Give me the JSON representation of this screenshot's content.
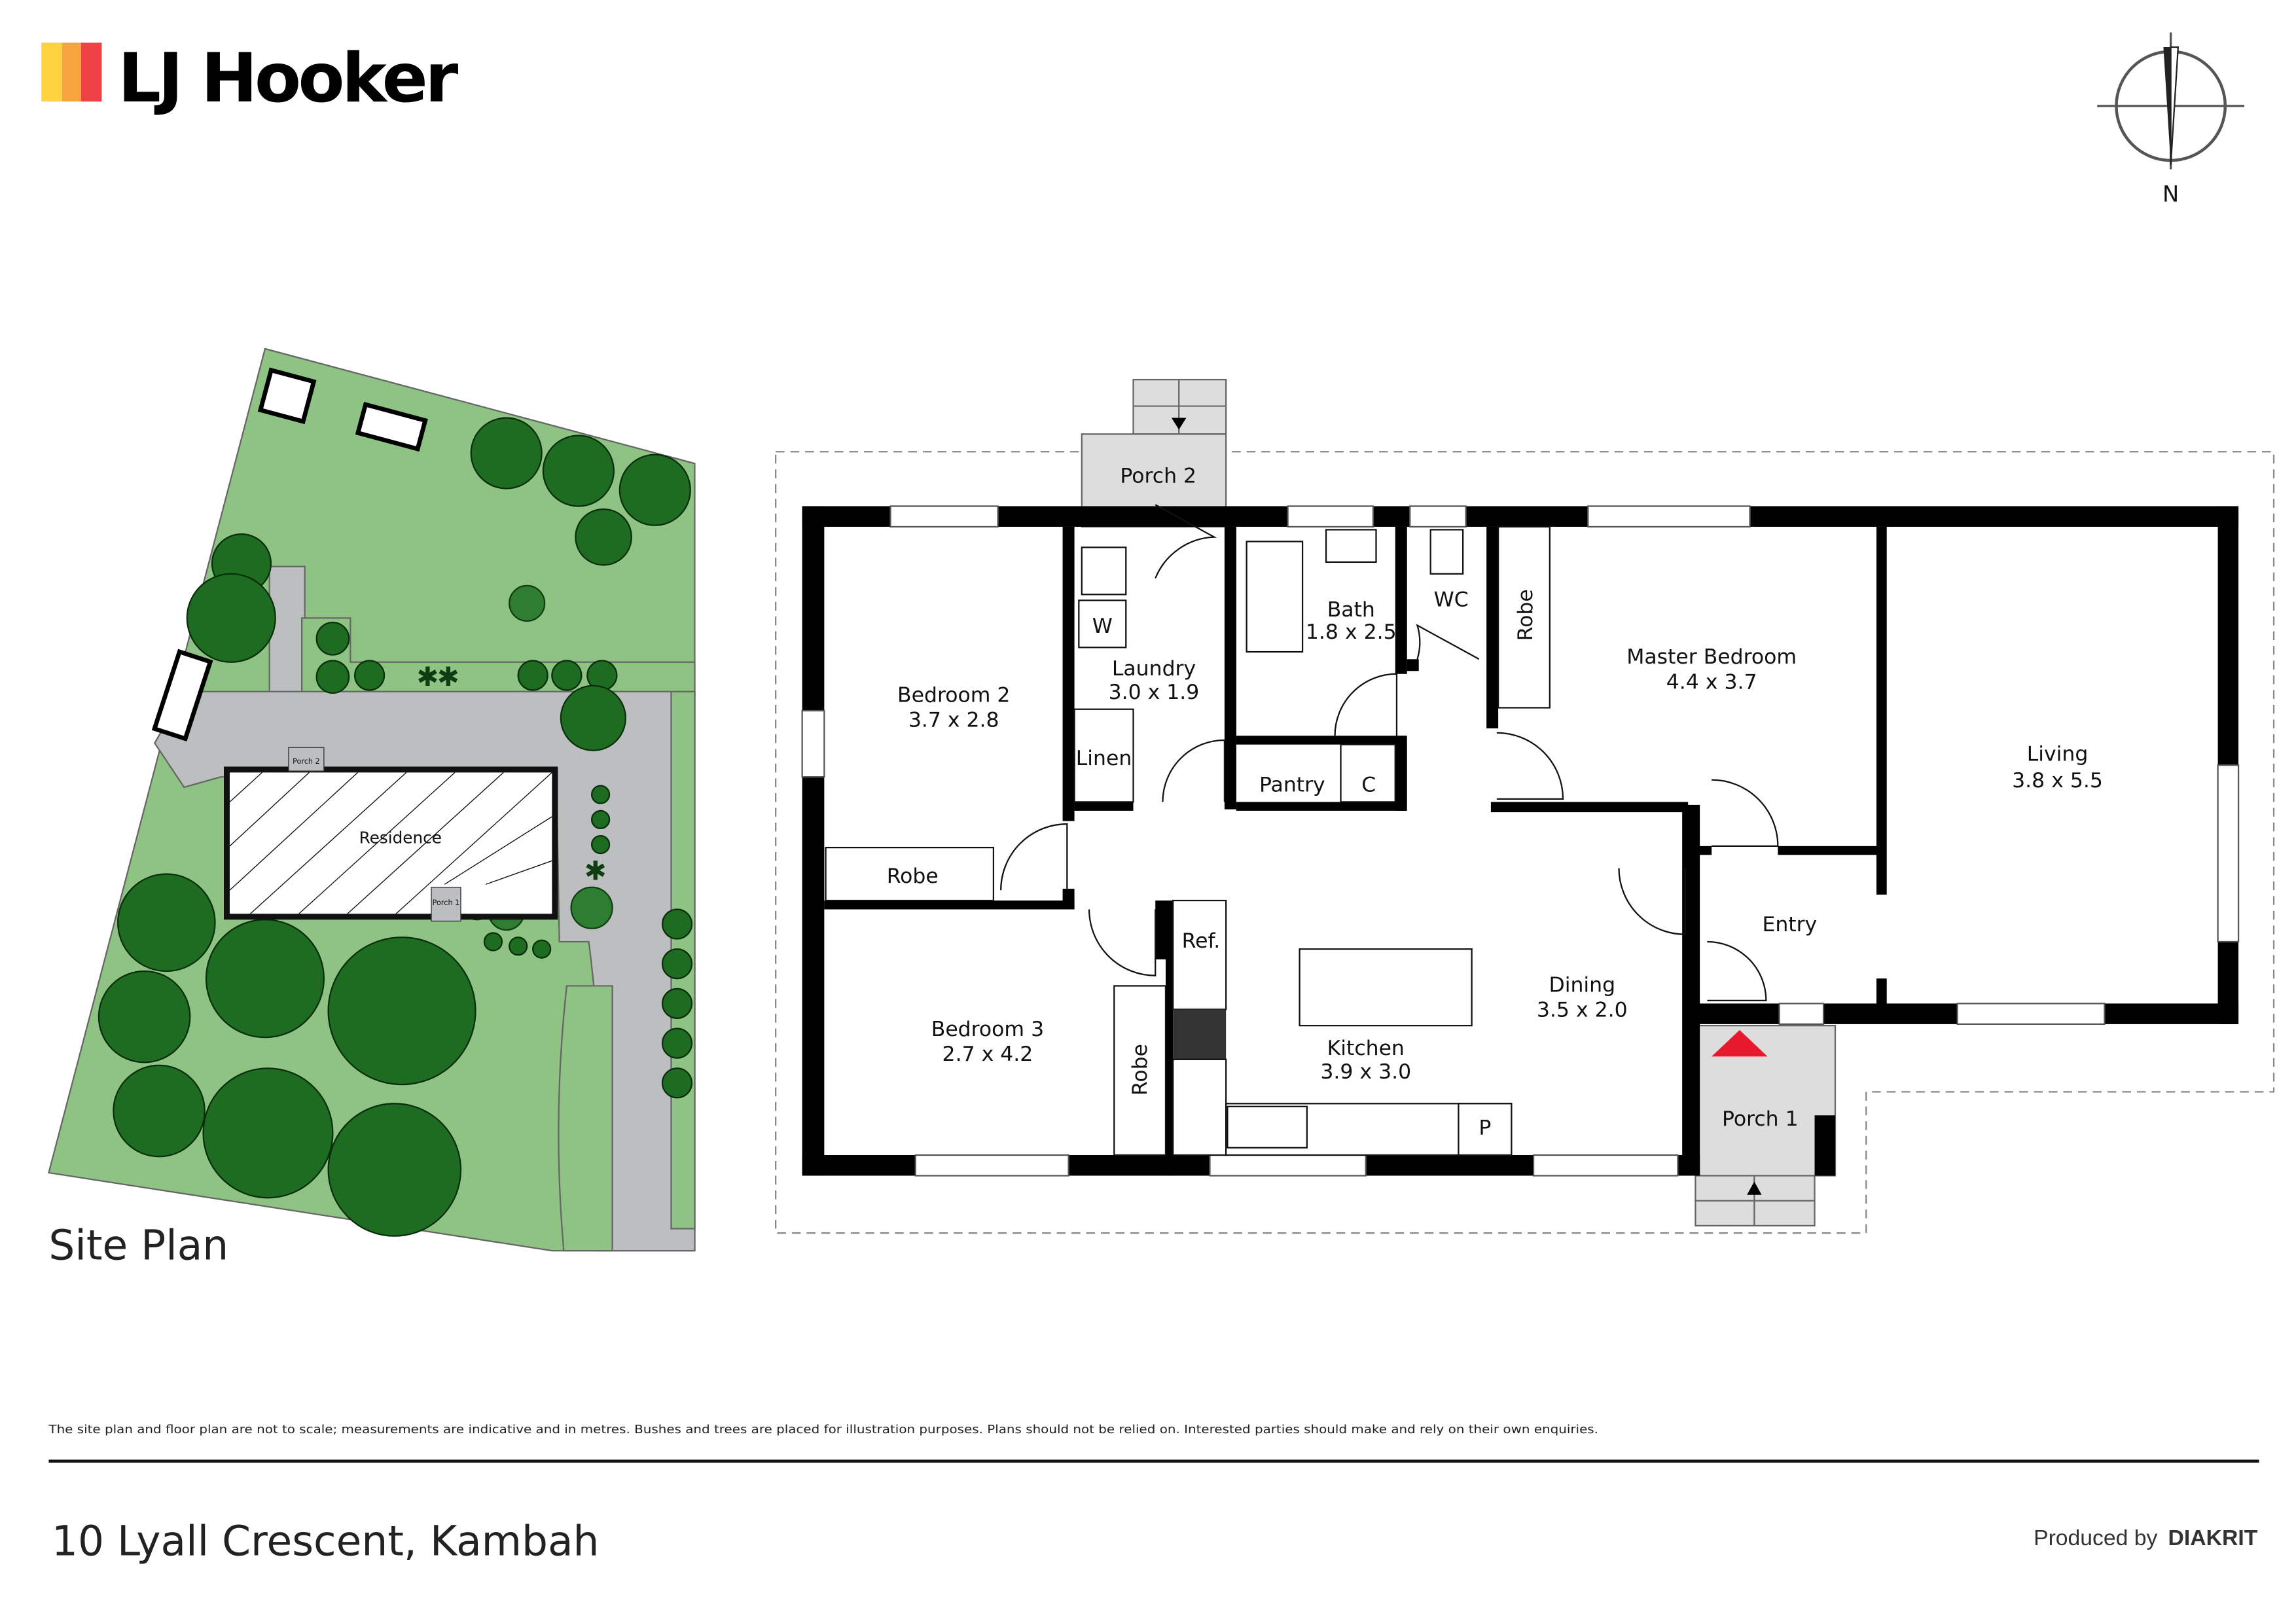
{
  "brand": {
    "logo_text": "LJ Hooker",
    "colors": [
      "#FFD23F",
      "#F8A43E",
      "#EF4146"
    ]
  },
  "compass": {
    "north_label": "N"
  },
  "site_plan": {
    "title": "Site Plan",
    "residence_label": "Residence",
    "porch1_label": "Porch 1",
    "porch2_label": "Porch 2",
    "colors": {
      "lawn": "#8fc383",
      "paving": "#bdbec0",
      "tree": "#1e6b22"
    }
  },
  "floor_plan": {
    "rooms": [
      {
        "name": "Porch 2"
      },
      {
        "name": "Bedroom 2",
        "size": "3.7 x 2.8"
      },
      {
        "name": "Laundry",
        "size": "3.0 x 1.9"
      },
      {
        "name": "W"
      },
      {
        "name": "Linen"
      },
      {
        "name": "Bath",
        "size": "1.8 x 2.5"
      },
      {
        "name": "WC"
      },
      {
        "name": "Robe"
      },
      {
        "name": "Master Bedroom",
        "size": "4.4 x 3.7"
      },
      {
        "name": "Living",
        "size": "3.8 x 5.5"
      },
      {
        "name": "Pantry"
      },
      {
        "name": "C"
      },
      {
        "name": "Robe"
      },
      {
        "name": "Entry"
      },
      {
        "name": "Ref."
      },
      {
        "name": "Dining",
        "size": "3.5 x 2.0"
      },
      {
        "name": "Bedroom 3",
        "size": "2.7 x 4.2"
      },
      {
        "name": "Robe"
      },
      {
        "name": "Kitchen",
        "size": "3.9 x 3.0"
      },
      {
        "name": "P"
      },
      {
        "name": "Porch 1"
      }
    ],
    "entry_marker_color": "#E8192C"
  },
  "footer": {
    "disclaimer": "The site plan and floor plan are not to scale; measurements are indicative and in metres. Bushes and trees are placed for illustration purposes. Plans should not be relied on. Interested parties should make and rely on their own enquiries.",
    "address": "10 Lyall Crescent, Kambah",
    "produced_by": "Produced by",
    "producer": "DIAKRIT"
  }
}
